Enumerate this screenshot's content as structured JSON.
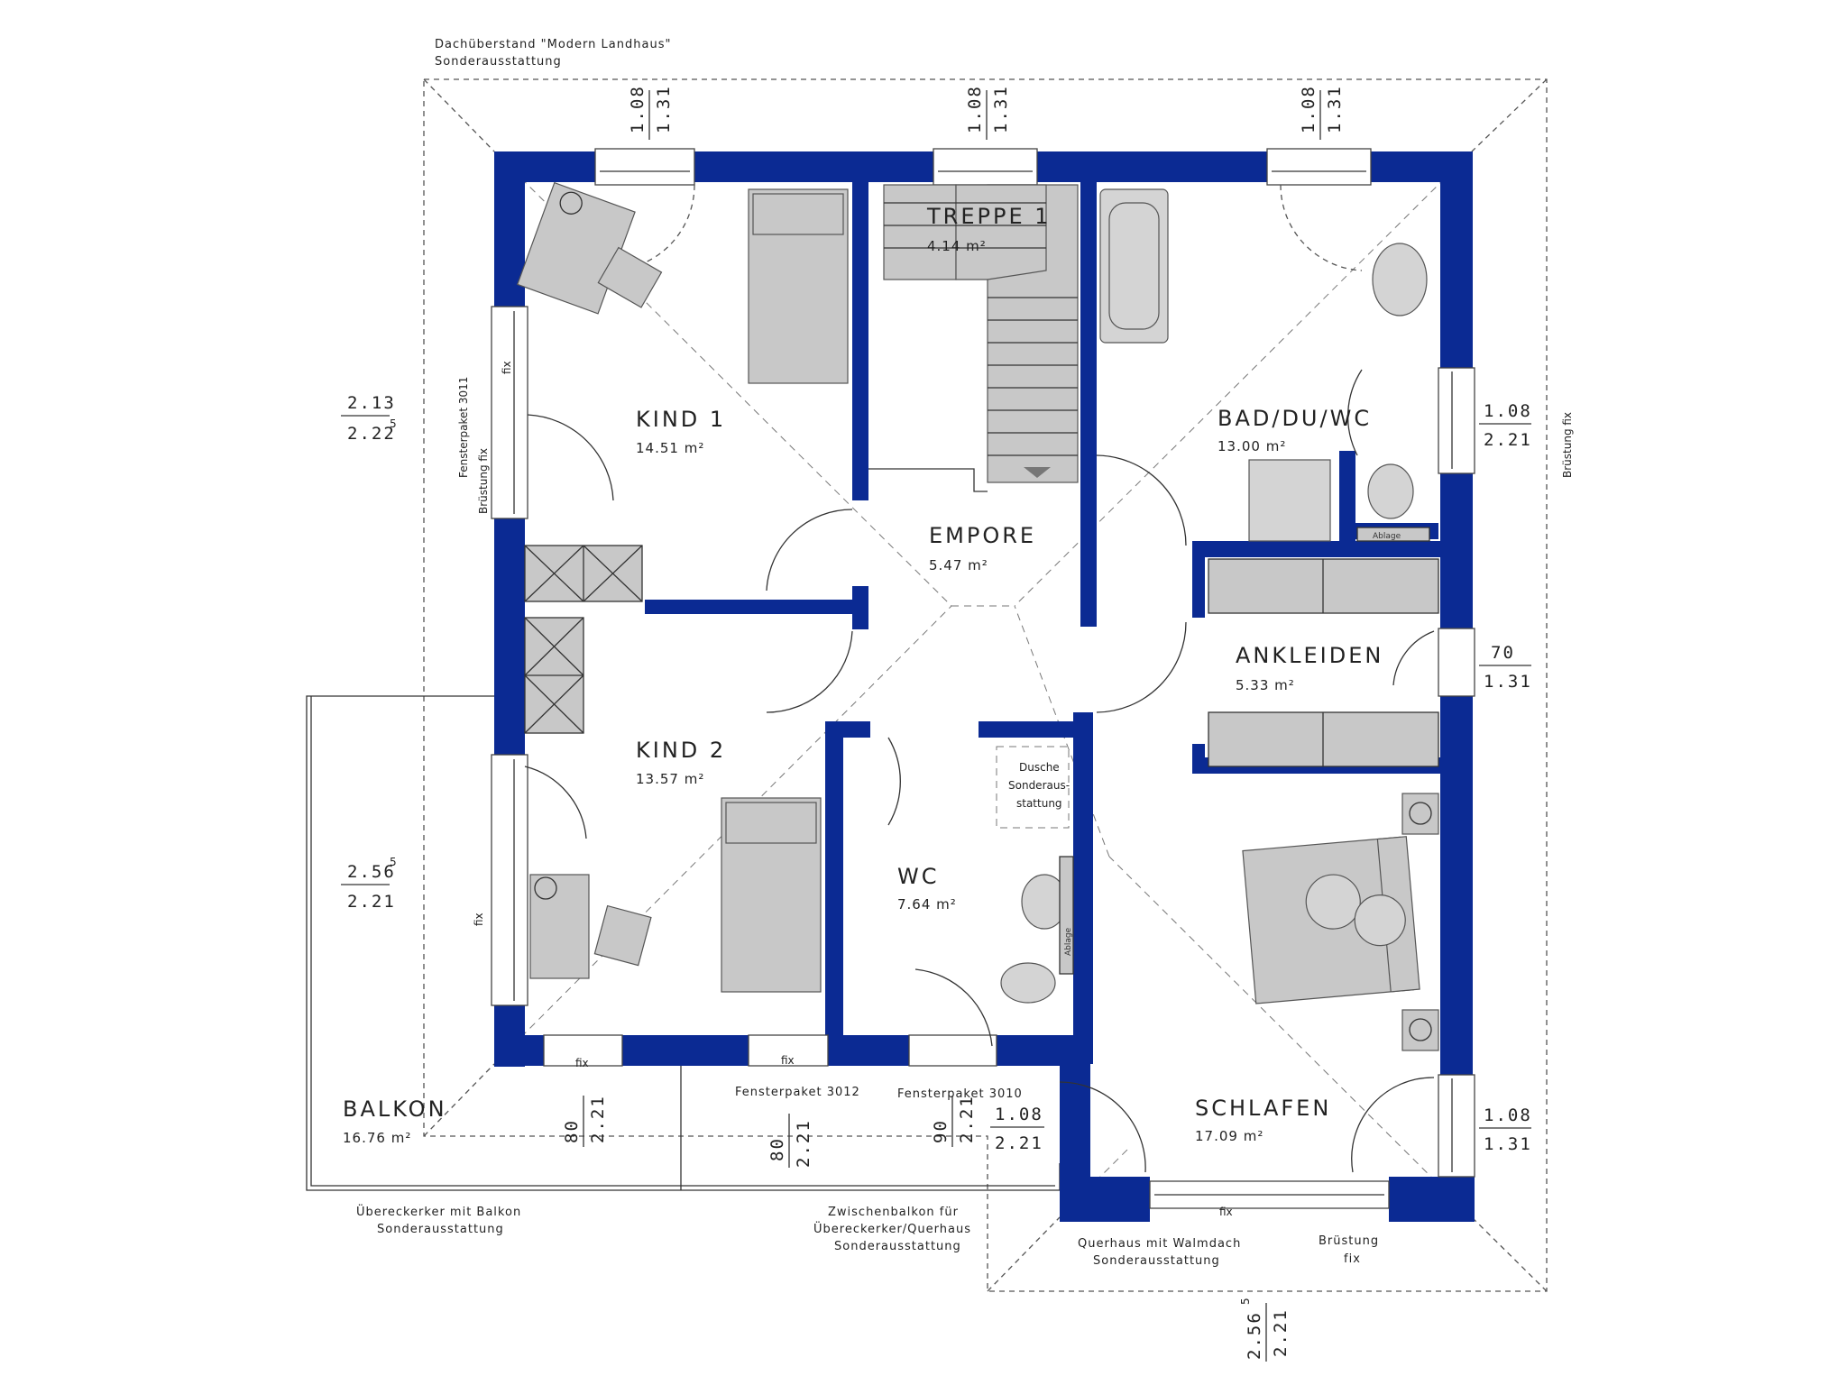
{
  "rooms": {
    "kind1": {
      "name": "KIND 1",
      "area": "14.51 m²"
    },
    "kind2": {
      "name": "KIND 2",
      "area": "13.57 m²"
    },
    "treppe": {
      "name": "TREPPE 1",
      "area": "4.14 m²"
    },
    "empore": {
      "name": "EMPORE",
      "area": "5.47 m²"
    },
    "bad": {
      "name": "BAD/DU/WC",
      "area": "13.00 m²"
    },
    "ankleiden": {
      "name": "ANKLEIDEN",
      "area": "5.33 m²"
    },
    "wc": {
      "name": "WC",
      "area": "7.64 m²"
    },
    "schlafen": {
      "name": "SCHLAFEN",
      "area": "17.09 m²"
    },
    "balkon": {
      "name": "BALKON",
      "area": "16.76 m²"
    }
  },
  "notes": {
    "roof_1": "Dachüberstand \"Modern Landhaus\"",
    "roof_2": "Sonderausstattung",
    "paket3011": "Fensterpaket 3011",
    "bruestung_fix_left": "Brüstung fix",
    "bruestung_fix_right": "Brüstung fix",
    "fix_k1": "fix",
    "fix_k2": "fix",
    "fix_b1": "fix",
    "fix_b2": "fix",
    "fix_schlafen": "fix",
    "paket3012": "Fensterpaket 3012",
    "paket3010": "Fensterpaket 3010",
    "dusche_1": "Dusche",
    "dusche_2": "Sonderaus-",
    "dusche_3": "stattung",
    "ablage_bad": "Ablage",
    "ablage_wc": "Ablage",
    "erker_1": "Übereckerker mit Balkon",
    "erker_2": "Sonderausstattung",
    "zwischen_1": "Zwischenbalkon für",
    "zwischen_2": "Übereckerker/Querhaus",
    "zwischen_3": "Sonderausstattung",
    "quer_1": "Querhaus mit Walmdach",
    "quer_2": "Sonderausstattung",
    "bruestung_bottom": "Brüstung",
    "fix_bottom": "fix"
  },
  "dimensions": {
    "top1_a": "1.08",
    "top1_b": "1.31",
    "top2_a": "1.08",
    "top2_b": "1.31",
    "top3_a": "1.08",
    "top3_b": "1.31",
    "left1_a": "2.13",
    "left1_b": "2.22",
    "left1_sup": "5",
    "left2_a": "2.56",
    "left2_sup": "5",
    "left2_b": "2.21",
    "right1_a": "1.08",
    "right1_b": "2.21",
    "right2_a": "70",
    "right2_b": "1.31",
    "right3_a": "1.08",
    "right3_b": "1.31",
    "bot1_a": "80",
    "bot1_b": "2.21",
    "bot2_a": "80",
    "bot2_b": "2.21",
    "bot3_a": "90",
    "bot3_b": "2.21",
    "bot4_a": "1.08",
    "bot4_b": "2.21",
    "bot5_a": "2.56",
    "bot5_sup": "5",
    "bot5_b": "2.21"
  }
}
